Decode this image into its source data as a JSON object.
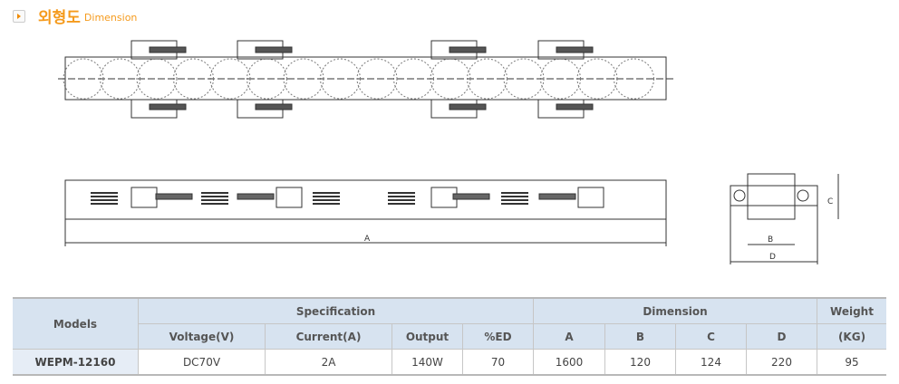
{
  "title": {
    "ko": "외형도",
    "en": "Dimension"
  },
  "drawing": {
    "label_a": "A",
    "label_b": "B",
    "label_c": "C",
    "label_d": "D"
  },
  "table": {
    "models": "Models",
    "specification": "Specification",
    "dimension": "Dimension",
    "weight": "Weight",
    "cols": [
      "Voltage(V)",
      "Current(A)",
      "Output",
      "%ED",
      "A",
      "B",
      "C",
      "D",
      "(KG)"
    ],
    "rows": [
      [
        "WEPM-12160",
        "DC70V",
        "2A",
        "140W",
        "70",
        "1600",
        "120",
        "124",
        "220",
        "95"
      ]
    ]
  }
}
